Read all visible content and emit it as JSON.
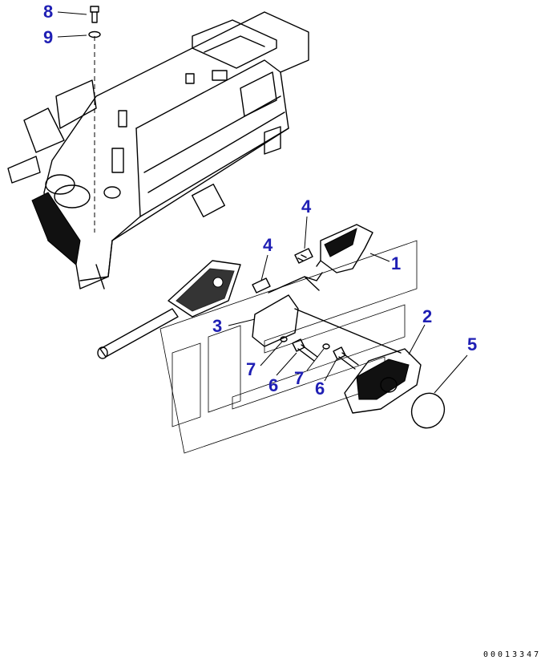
{
  "callouts": [
    {
      "label": "8"
    },
    {
      "label": "9"
    },
    {
      "label": "4"
    },
    {
      "label": "4"
    },
    {
      "label": "1"
    },
    {
      "label": "2"
    },
    {
      "label": "3"
    },
    {
      "label": "5"
    },
    {
      "label": "7"
    },
    {
      "label": "7"
    },
    {
      "label": "6"
    },
    {
      "label": "6"
    }
  ],
  "drawing_number": "00013347"
}
